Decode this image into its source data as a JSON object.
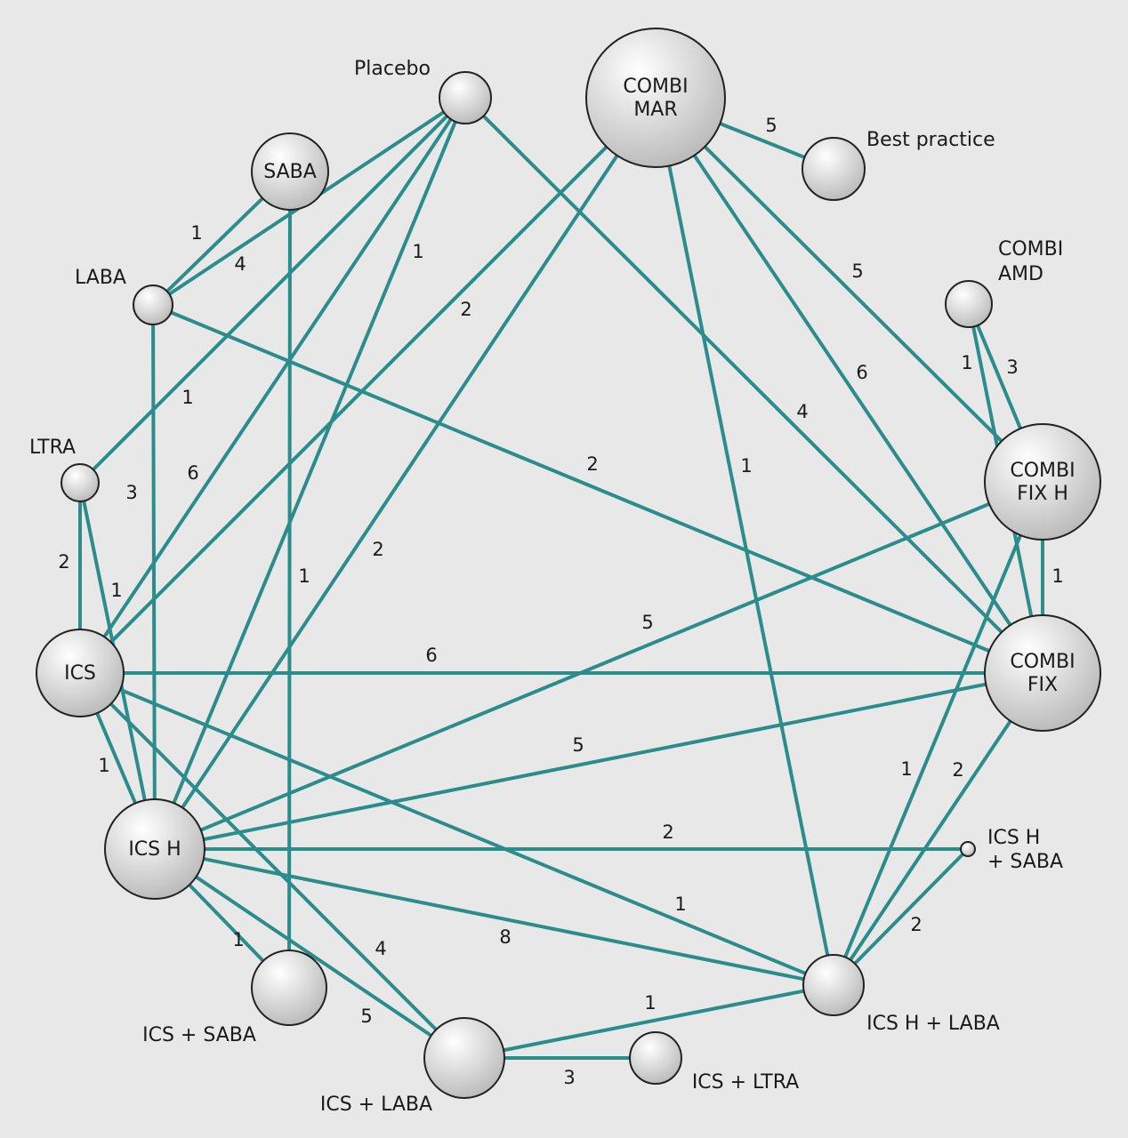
{
  "colors": {
    "background": "#e8e8e8",
    "edge": "#2b8c8c",
    "node_fill_light": "#ffffff",
    "node_fill_dark": "#b8b8b8",
    "node_stroke": "#222222"
  },
  "nodes": [
    {
      "id": "placebo",
      "label": "Placebo"
    },
    {
      "id": "combi_mar",
      "label": "COMBI MAR"
    },
    {
      "id": "best_practice",
      "label": "Best practice"
    },
    {
      "id": "saba",
      "label": "SABA"
    },
    {
      "id": "laba",
      "label": "LABA"
    },
    {
      "id": "combi_amd",
      "label": "COMBI AMD"
    },
    {
      "id": "ltra",
      "label": "LTRA"
    },
    {
      "id": "combi_fix_h",
      "label": "COMBI FIX H"
    },
    {
      "id": "ics",
      "label": "ICS"
    },
    {
      "id": "combi_fix",
      "label": "COMBI FIX"
    },
    {
      "id": "ics_h",
      "label": "ICS H"
    },
    {
      "id": "ics_h_saba",
      "label": "ICS H + SABA"
    },
    {
      "id": "ics_saba",
      "label": "ICS + SABA"
    },
    {
      "id": "ics_h_laba",
      "label": "ICS H + LABA"
    },
    {
      "id": "ics_laba",
      "label": "ICS + LABA"
    },
    {
      "id": "ics_ltra",
      "label": "ICS + LTRA"
    }
  ],
  "edges": [
    {
      "from": "combi_mar",
      "to": "best_practice",
      "label": "5"
    },
    {
      "from": "combi_mar",
      "to": "combi_fix_h",
      "label": "5"
    },
    {
      "from": "combi_mar",
      "to": "combi_fix",
      "label": "6"
    },
    {
      "from": "combi_mar",
      "to": "ics_h_laba",
      "label": "1"
    },
    {
      "from": "combi_mar",
      "to": "ics",
      "label": "2"
    },
    {
      "from": "combi_mar",
      "to": "ics_h",
      "label": "2"
    },
    {
      "from": "placebo",
      "to": "laba",
      "label": "4"
    },
    {
      "from": "placebo",
      "to": "ics",
      "label": "6"
    },
    {
      "from": "placebo",
      "to": "ics_h",
      "label": "1"
    },
    {
      "from": "placebo",
      "to": "combi_fix",
      "label": "4"
    },
    {
      "from": "placebo",
      "to": "ltra",
      "label": "1"
    },
    {
      "from": "saba",
      "to": "laba",
      "label": "1"
    },
    {
      "from": "saba",
      "to": "ics_saba",
      "label": "1"
    },
    {
      "from": "laba",
      "to": "ics_h",
      "label": "3"
    },
    {
      "from": "laba",
      "to": "combi_fix",
      "label": "2"
    },
    {
      "from": "ltra",
      "to": "ics",
      "label": "2"
    },
    {
      "from": "ltra",
      "to": "ics_h",
      "label": "1"
    },
    {
      "from": "combi_amd",
      "to": "combi_fix_h",
      "label": "1"
    },
    {
      "from": "combi_amd",
      "to": "combi_fix",
      "label": "3"
    },
    {
      "from": "combi_fix_h",
      "to": "combi_fix",
      "label": "1"
    },
    {
      "from": "combi_fix_h",
      "to": "ics_h",
      "label": "5"
    },
    {
      "from": "combi_fix_h",
      "to": "ics_h_laba",
      "label": "1"
    },
    {
      "from": "ics",
      "to": "combi_fix",
      "label": "6"
    },
    {
      "from": "ics",
      "to": "ics_h",
      "label": "1"
    },
    {
      "from": "ics",
      "to": "ics_h_laba",
      "label": "1"
    },
    {
      "from": "ics",
      "to": "ics_laba",
      "label": "4"
    },
    {
      "from": "combi_fix",
      "to": "ics_h",
      "label": "5"
    },
    {
      "from": "combi_fix",
      "to": "ics_h_laba",
      "label": "2"
    },
    {
      "from": "ics_h",
      "to": "ics_h_saba",
      "label": "2"
    },
    {
      "from": "ics_h",
      "to": "ics_h_laba",
      "label": "8"
    },
    {
      "from": "ics_h",
      "to": "ics_saba",
      "label": "1"
    },
    {
      "from": "ics_h",
      "to": "ics_laba",
      "label": "5"
    },
    {
      "from": "ics_h_saba",
      "to": "ics_h_laba",
      "label": "2"
    },
    {
      "from": "ics_laba",
      "to": "ics_h_laba",
      "label": "1"
    },
    {
      "from": "ics_laba",
      "to": "ics_ltra",
      "label": "3"
    }
  ]
}
